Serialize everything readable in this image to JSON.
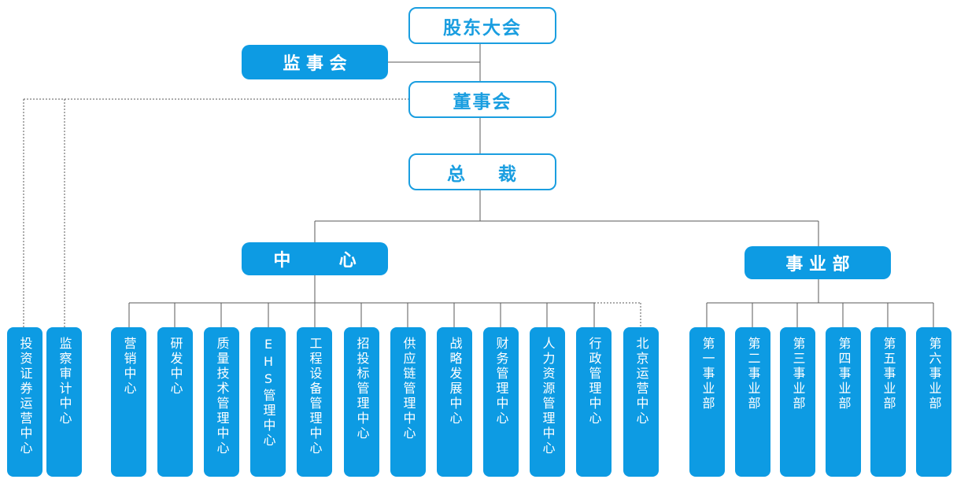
{
  "top": {
    "shareholders": "股东大会",
    "supervisory_board": "监 事 会",
    "board": "董事会",
    "president": "总    裁",
    "centers": "中        心",
    "business_units": "事 业 部"
  },
  "left_units": [
    "投资证券运营中心",
    "监察审计中心"
  ],
  "centers": [
    "营销中心",
    "研发中心",
    "质量技术管理中心",
    "EHS管理中心",
    "工程设备管理中心",
    "招投标管理中心",
    "供应链管理中心",
    "战略发展中心",
    "财务管理中心",
    "人力资源管理中心",
    "行政管理中心",
    "北京运营中心"
  ],
  "business_units": [
    "第一事业部",
    "第二事业部",
    "第三事业部",
    "第四事业部",
    "第五事业部",
    "第六事业部"
  ],
  "colors": {
    "primary": "#0d9be3",
    "line": "#5a5a5a",
    "text_on_primary": "#ffffff"
  }
}
